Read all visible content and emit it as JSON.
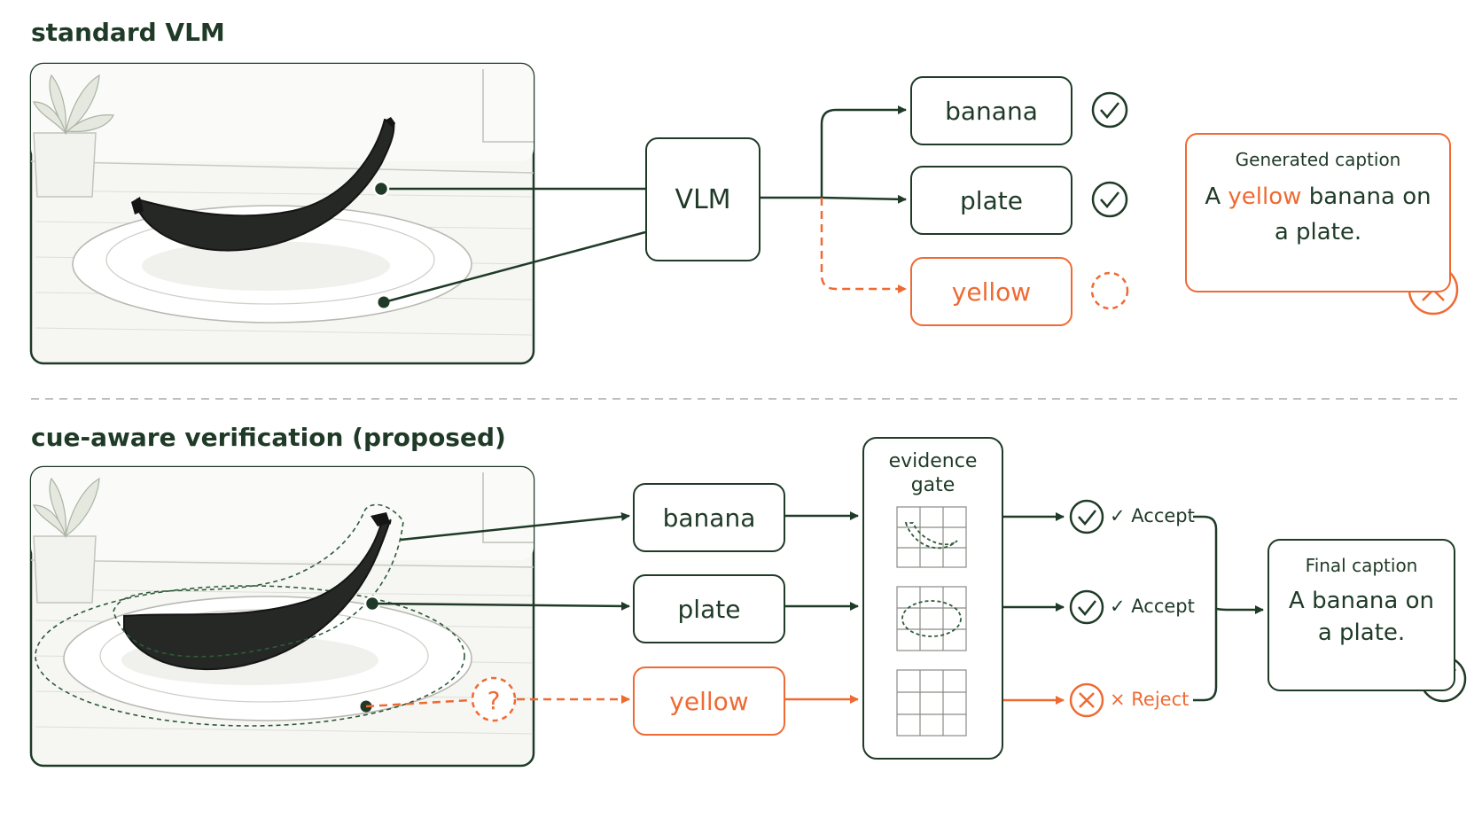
{
  "colors": {
    "dark": "#1f3a27",
    "accent": "#ef6a33"
  },
  "standard": {
    "title": "standard VLM",
    "model_label": "VLM",
    "outputs": [
      {
        "label": "banana",
        "status": "check-icon"
      },
      {
        "label": "plate",
        "status": "check-icon"
      },
      {
        "label": "yellow",
        "status": "dashed-circle-icon"
      }
    ],
    "caption": {
      "heading": "Generated caption",
      "text_before": "A ",
      "text_highlight": "yellow",
      "text_after": " banana on a plate.",
      "verdict_icon": "cross-icon"
    }
  },
  "proposed": {
    "title": "cue-aware verification (proposed)",
    "outputs": [
      {
        "label": "banana"
      },
      {
        "label": "plate"
      },
      {
        "label": "yellow"
      }
    ],
    "gate": {
      "title_line1": "evidence",
      "title_line2": "gate"
    },
    "decisions": [
      {
        "label": "✓ Accept",
        "icon": "check-icon"
      },
      {
        "label": "✓ Accept",
        "icon": "check-icon"
      },
      {
        "label": "× Reject",
        "icon": "cross-icon"
      }
    ],
    "uncertain_icon": "question-mark-icon",
    "caption": {
      "heading": "Final caption",
      "text": "A banana on a plate.",
      "verdict_icon": "check-icon"
    }
  }
}
